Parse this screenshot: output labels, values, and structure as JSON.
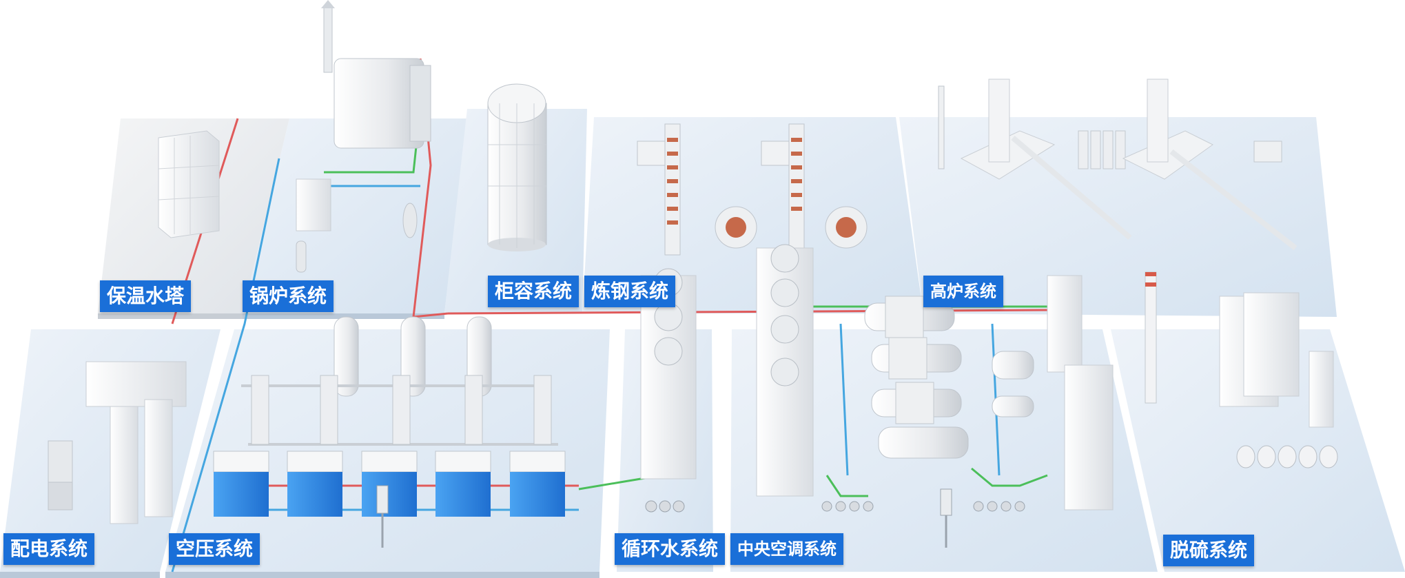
{
  "zones": {
    "insulated_water_tower": {
      "label": "保温水塔"
    },
    "boiler_system": {
      "label": "锅炉系统"
    },
    "gas_holder_system": {
      "label": "柜容系统"
    },
    "steelmaking_system": {
      "label": "炼钢系统"
    },
    "blast_furnace_system": {
      "label": "高炉系统"
    },
    "power_distribution_system": {
      "label": "配电系统"
    },
    "air_compressor_system": {
      "label": "空压系统"
    },
    "circulating_water_system": {
      "label": "循环水系统"
    },
    "central_ac_system": {
      "label": "中央空调系统"
    },
    "desulfurization_system": {
      "label": "脱硫系统"
    }
  },
  "colors": {
    "platform_top": "#e6eef7",
    "platform_shade": "#cfdcea",
    "label_bg": "#1a6fd8",
    "pipe_red": "#e05a5a",
    "pipe_green": "#4bbf5a",
    "pipe_blue": "#45a6e0",
    "equipment_blue": "#2f86e6",
    "equipment_white": "#f3f4f6"
  }
}
